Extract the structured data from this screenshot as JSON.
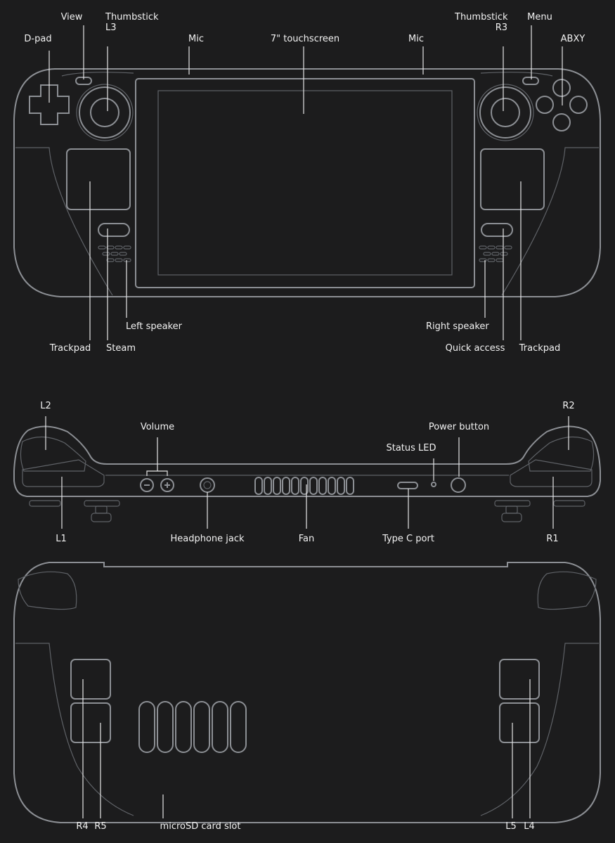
{
  "front": {
    "dpad": "D-pad",
    "view": "View",
    "thumbstick_left": [
      "Thumbstick",
      "L3"
    ],
    "mic_left": "Mic",
    "touchscreen": "7\" touchscreen",
    "mic_right": "Mic",
    "thumbstick_right": [
      "Thumbstick",
      "R3"
    ],
    "menu": "Menu",
    "abxy": "ABXY",
    "left_speaker": "Left speaker",
    "right_speaker": "Right speaker",
    "trackpad_left": "Trackpad",
    "steam": "Steam",
    "quick_access": "Quick access",
    "trackpad_right": "Trackpad"
  },
  "top": {
    "l2": "L2",
    "r2": "R2",
    "volume": "Volume",
    "status_led": "Status LED",
    "power_button": "Power button",
    "l1": "L1",
    "headphone_jack": "Headphone jack",
    "fan": "Fan",
    "type_c_port": "Type C port",
    "r1": "R1"
  },
  "back": {
    "r4": "R4",
    "r5": "R5",
    "microsd": "microSD card slot",
    "l5": "L5",
    "l4": "L4"
  },
  "colors": {
    "background": "#1c1c1d",
    "outline": "#8c8f94",
    "leader": "#e6e6e6",
    "text": "#f2f2f2"
  }
}
